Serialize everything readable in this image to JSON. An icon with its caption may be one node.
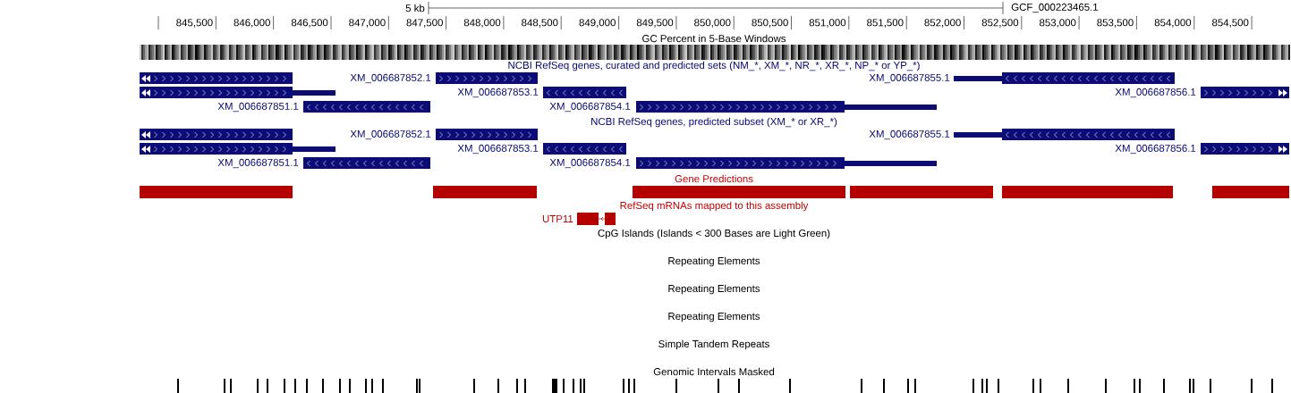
{
  "diagram": {
    "labels": [
      "5 kb",
      "GCF_000223465.1",
      "845,500",
      "846,000",
      "846,500",
      "847,000",
      "847,500",
      "848,000",
      "848,500",
      "849,000",
      "849,500",
      "850,000",
      "850,500",
      "851,000",
      "851,500",
      "852,000",
      "852,500",
      "853,000",
      "853,500",
      "854,000",
      "854,500",
      "GC Percent in 5-Base Windows",
      "NCBI RefSeq genes, curated and predicted sets (NM_*, XM_*, NR_*, XR_*, NP_* or YP_*)",
      "XM_006687852.1",
      "XM_006687855.1",
      "XM_006687853.1",
      "XM_006687856.1",
      "XM_006687851.1",
      "XM_006687854.1",
      "NCBI RefSeq genes, predicted subset (XM_* or XR_*)",
      "XM_006687852.1",
      "XM_006687855.1",
      "XM_006687853.1",
      "XM_006687856.1",
      "XM_006687851.1",
      "XM_006687854.1",
      "Gene Predictions",
      "RefSeq mRNAs mapped to this assembly",
      "UTP11",
      "CpG Islands (Islands < 300 Bases are Light Green)",
      "Repeating Elements",
      "Repeating Elements",
      "Repeating Elements",
      "Simple Tandem Repeats",
      "Genomic Intervals Masked"
    ]
  }
}
